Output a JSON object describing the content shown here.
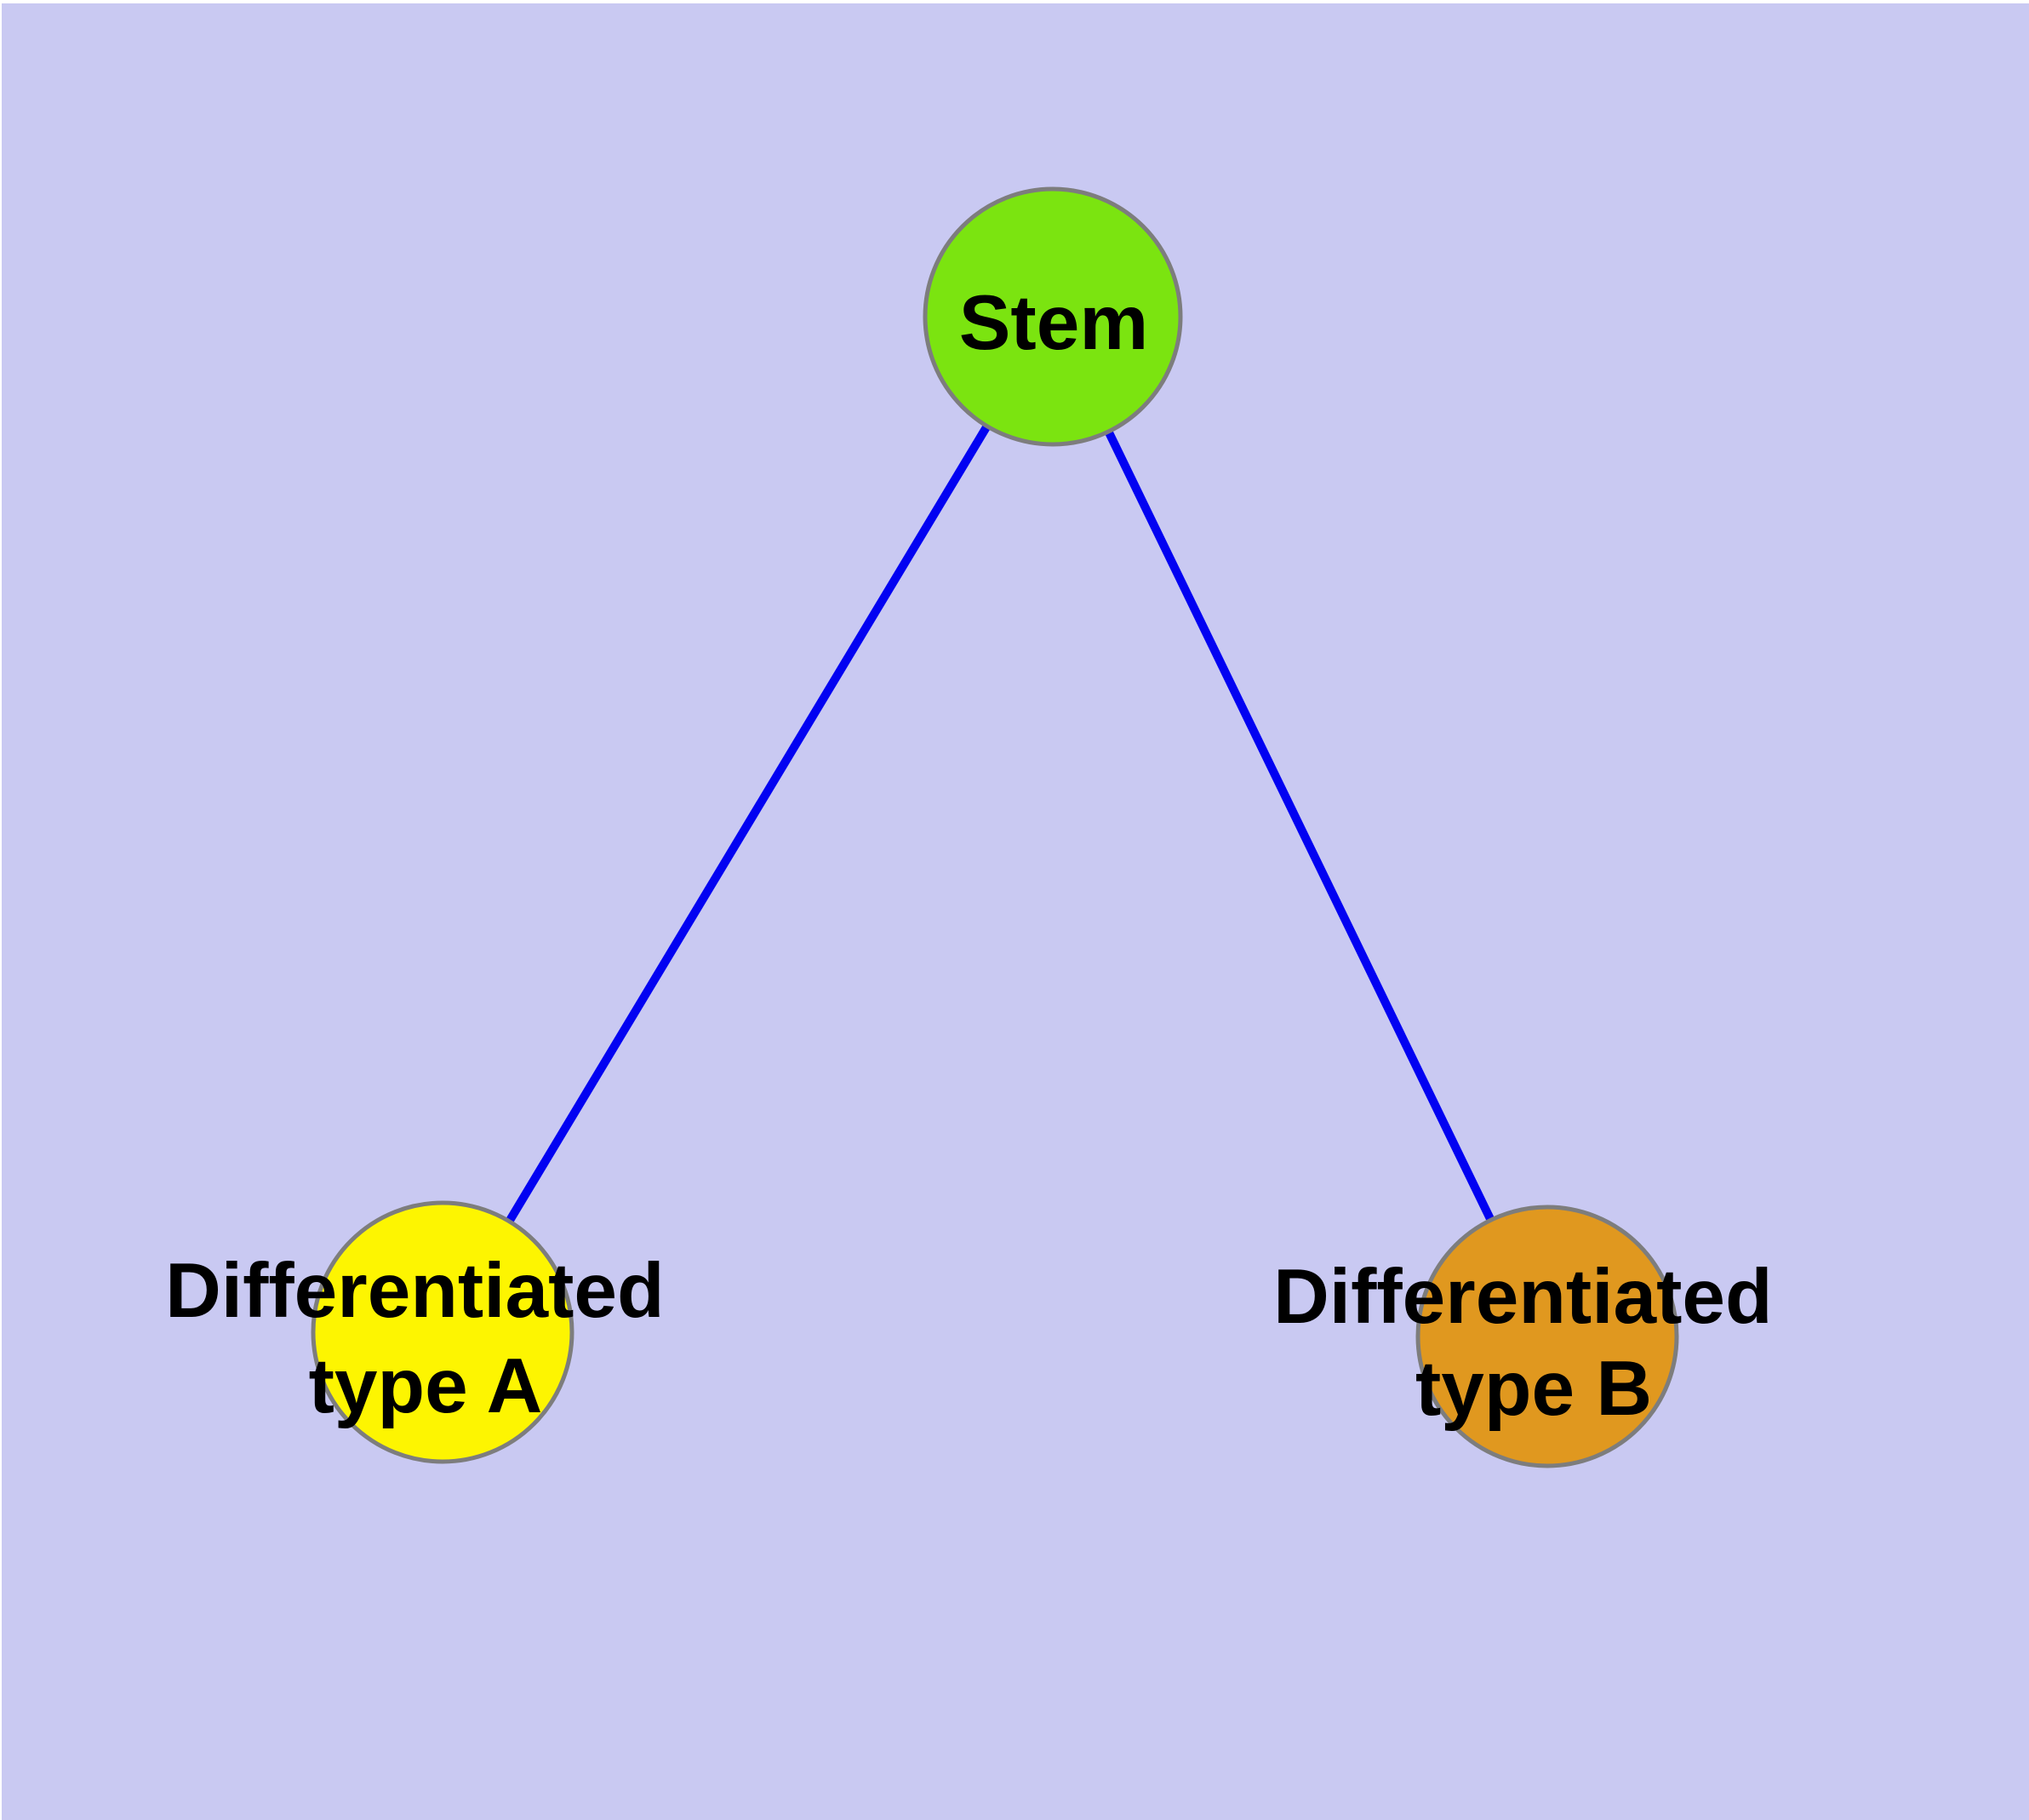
{
  "colors": {
    "frame": "#FFFFFF",
    "background": "#C9C9F2",
    "edge": "#0202F2",
    "node_border": "#7D7D7D",
    "label": "#000000"
  },
  "nodes": [
    {
      "id": "stem",
      "label": "Stem",
      "fill": "#7BE410"
    },
    {
      "id": "differentiated-a",
      "label_line1": "Differentiated",
      "label_line2": "type A",
      "fill": "#FDF501"
    },
    {
      "id": "differentiated-b",
      "label_line1": "Differentiated",
      "label_line2": "type B",
      "fill": "#E0981F"
    }
  ],
  "edges": [
    {
      "from": "stem",
      "to": "differentiated-a"
    },
    {
      "from": "stem",
      "to": "differentiated-b"
    }
  ]
}
